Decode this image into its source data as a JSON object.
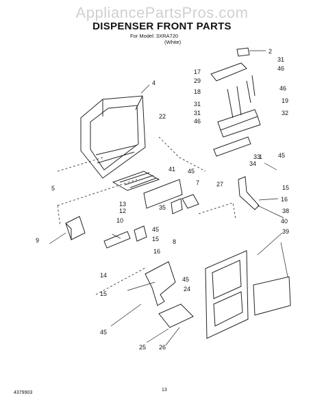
{
  "watermark": "AppliancePartsPros.com",
  "title": "DISPENSER FRONT PARTS",
  "model_line": "For Model: 3XRA720",
  "model_sub": "(White)",
  "footer_left": "4379903",
  "footer_center": "13",
  "part_labels": [
    "2",
    "31",
    "46",
    "17",
    "29",
    "4",
    "46",
    "18",
    "19",
    "31",
    "31",
    "32",
    "46",
    "22",
    "1",
    "33",
    "45",
    "34",
    "41",
    "45",
    "15",
    "5",
    "7",
    "27",
    "16",
    "13",
    "35",
    "38",
    "40",
    "12",
    "10",
    "9",
    "45",
    "15",
    "8",
    "39",
    "16",
    "14",
    "45",
    "24",
    "15",
    "45",
    "25",
    "26"
  ]
}
